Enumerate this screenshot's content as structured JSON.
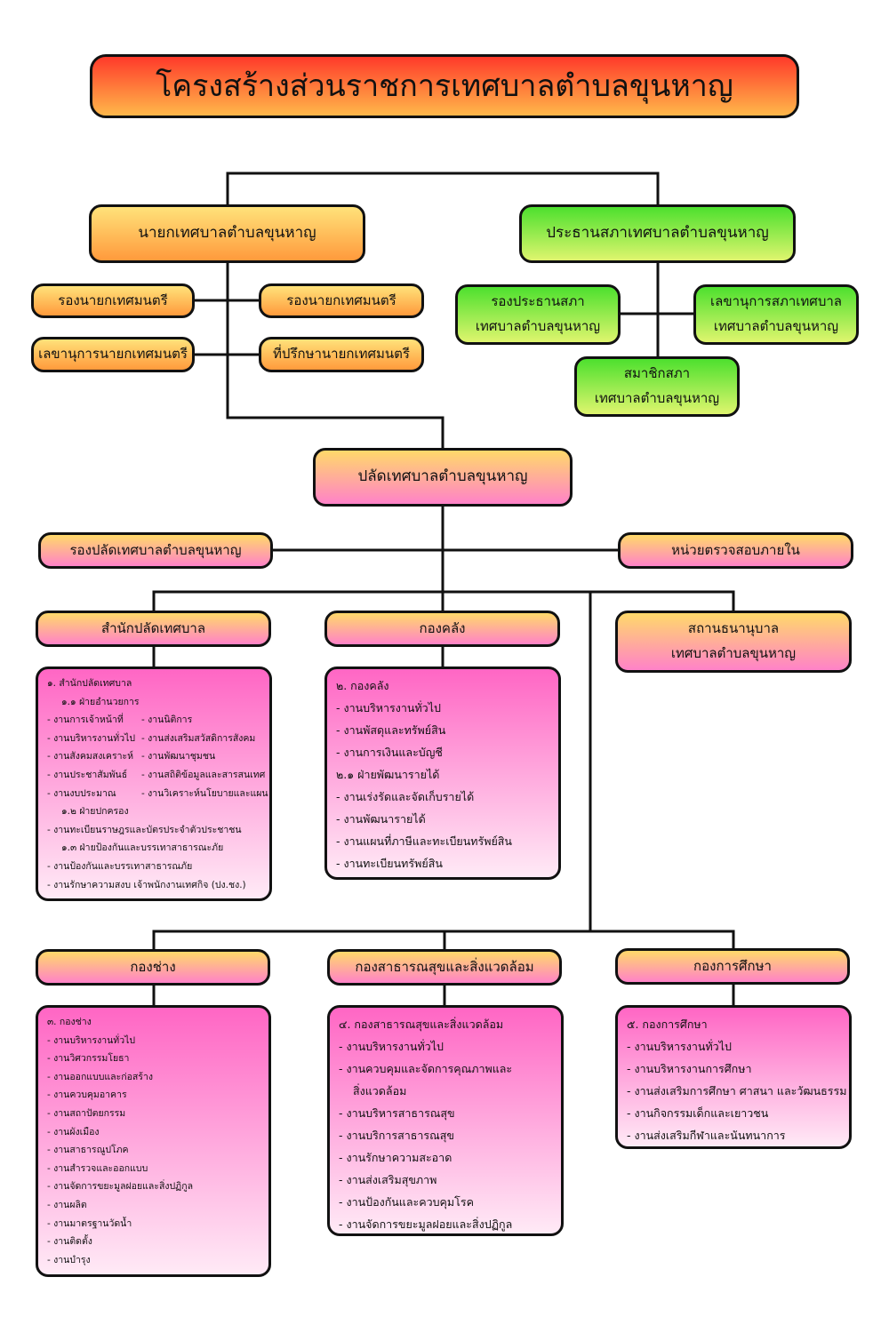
{
  "title": "โครงสร้างส่วนราชการเทศบาลตำบลขุนหาญ",
  "executive": {
    "mayor": "นายกเทศบาลตำบลขุนหาญ",
    "deputy_mayor_1": "รองนายกเทศมนตรี",
    "deputy_mayor_2": "รองนายกเทศมนตรี",
    "mayor_secretary": "เลขานุการนายกเทศมนตรี",
    "mayor_advisor": "ที่ปรึกษานายกเทศมนตรี"
  },
  "council": {
    "president": "ประธานสภาเทศบาลตำบลขุนหาญ",
    "vice_president": [
      "รองประธานสภา",
      "เทศบาลตำบลขุนหาญ"
    ],
    "secretary": [
      "เลขานุการสภาเทศบาล",
      "เทศบาลตำบลขุนหาญ"
    ],
    "members": [
      "สมาชิกสภา",
      "เทศบาลตำบลขุนหาญ"
    ]
  },
  "clerk": {
    "title": "ปลัดเทศบาลตำบลขุนหาญ",
    "deputy": "รองปลัดเทศบาลตำบลขุนหาญ",
    "internal_audit": "หน่วยตรวจสอบภายใน"
  },
  "departments": {
    "clerk_office": {
      "title": "สำนักปลัดเทศบาล",
      "items": [
        {
          "text": "๑. สำนักปลัดเทศบาล"
        },
        {
          "text": "๑.๑ ฝ่ายอำนวยการ",
          "indent": true
        },
        {
          "text": "- งานการเจ้าหน้าที่",
          "text2": "- งานนิติการ"
        },
        {
          "text": "- งานบริหารงานทั่วไป",
          "text2": "- งานส่งเสริมสวัสดิการสังคม"
        },
        {
          "text": "- งานสังคมสงเคราะห์",
          "text2": "- งานพัฒนาชุมชน"
        },
        {
          "text": "- งานประชาสัมพันธ์",
          "text2": "- งานสถิติข้อมูลและสารสนเทศ"
        },
        {
          "text": "- งานงบประมาณ",
          "text2": "- งานวิเคราะห์นโยบายและแผน"
        },
        {
          "text": "๑.๒ ฝ่ายปกครอง",
          "indent": true
        },
        {
          "text": "- งานทะเบียนราษฎรและบัตรประจำตัวประชาชน"
        },
        {
          "text": "๑.๓ ฝ่ายป้องกันและบรรเทาสาธารณะภัย",
          "indent": true
        },
        {
          "text": "- งานป้องกันและบรรเทาสาธารณภัย"
        },
        {
          "text": "- งานรักษาความสงบ เจ้าพนักงานเทศกิจ (ปง.ชง.)"
        }
      ]
    },
    "finance": {
      "title": "กองคลัง",
      "items": [
        "๒. กองคลัง",
        "- งานบริหารงานทั่วไป",
        "- งานพัสดุและทรัพย์สิน",
        "- งานการเงินและบัญชี",
        "๒.๑ ฝ่ายพัฒนารายได้",
        "- งานเร่งรัดและจัดเก็บรายได้",
        "- งานพัฒนารายได้",
        "- งานแผนที่ภาษีและทะเบียนทรัพย์สิน",
        "- งานทะเบียนทรัพย์สิน"
      ]
    },
    "nursery": {
      "title": [
        "สถานธนานุบาล",
        "เทศบาลตำบลขุนหาญ"
      ]
    },
    "engineering": {
      "title": "กองช่าง",
      "items": [
        "๓. กองช่าง",
        "- งานบริหารงานทั่วไป",
        "- งานวิศวกรรมโยธา",
        "- งานออกแบบและก่อสร้าง",
        "- งานควบคุมอาคาร",
        "- งานสถาปัตยกรรม",
        "- งานผังเมือง",
        "- งานสาธารณูปโภค",
        "- งานสำรวจและออกแบบ",
        "- งานจัดการขยะมูลฝอยและสิ่งปฏิกูล",
        "- งานผลิต",
        "- งานมาตรฐานวัดน้ำ",
        "- งานติดตั้ง",
        "- งานบำรุง"
      ]
    },
    "public_health": {
      "title": "กองสาธารณสุขและสิ่งแวดล้อม",
      "items": [
        "๔. กองสาธารณสุขและสิ่งแวดล้อม",
        "- งานบริหารงานทั่วไป",
        "- งานควบคุมและจัดการคุณภาพและ",
        "สิ่งแวดล้อม",
        "- งานบริหารสาธารณสุข",
        "- งานบริการสาธารณสุข",
        "- งานรักษาความสะอาด",
        "- งานส่งเสริมสุขภาพ",
        "- งานป้องกันและควบคุมโรค",
        "- งานจัดการขยะมูลฝอยและสิ่งปฏิกูล"
      ]
    },
    "education": {
      "title": "กองการศึกษา",
      "items": [
        "๕. กองการศึกษา",
        "- งานบริหารงานทั่วไป",
        "- งานบริหารงานการศึกษา",
        "- งานส่งเสริมการศึกษา ศาสนา และวัฒนธรรม",
        "- งานกิจกรรมเด็กและเยาวชน",
        "- งานส่งเสริมกีฬาและนันทนาการ"
      ]
    }
  }
}
